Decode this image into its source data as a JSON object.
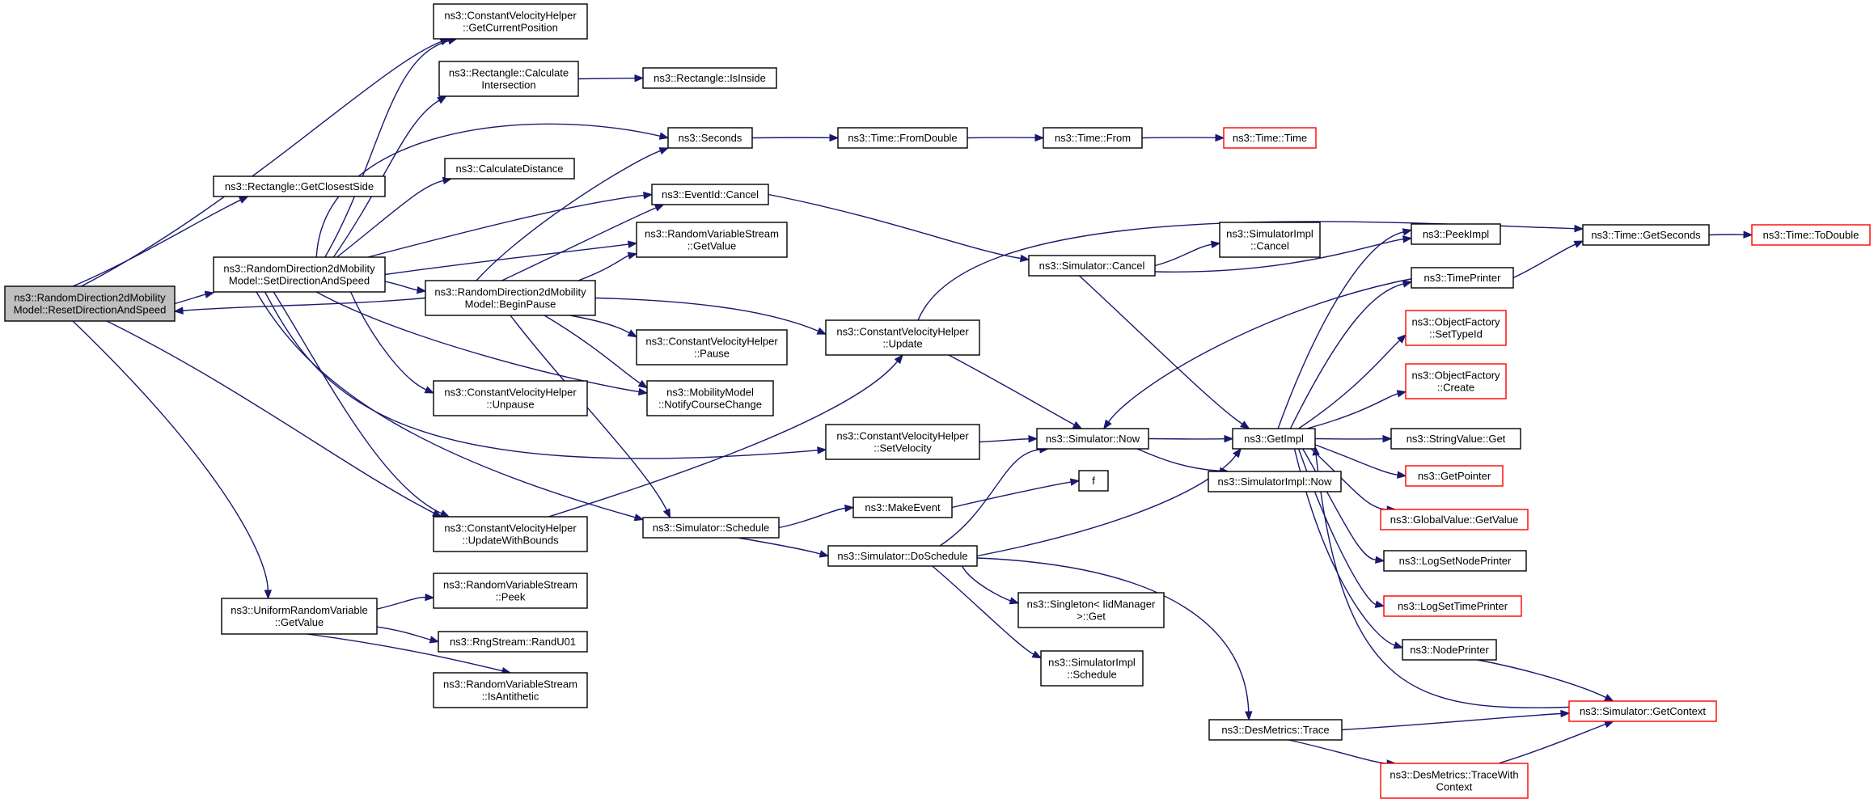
{
  "graph": {
    "nodes": [
      {
        "id": "n_reset",
        "label": [
          "ns3::RandomDirection2dMobility",
          "Model::ResetDirectionAndSpeed"
        ],
        "style": "root"
      },
      {
        "id": "n_closest",
        "label": [
          "ns3::Rectangle::GetClosestSide"
        ],
        "style": "normal"
      },
      {
        "id": "n_setdir",
        "label": [
          "ns3::RandomDirection2dMobility",
          "Model::SetDirectionAndSpeed"
        ],
        "style": "normal"
      },
      {
        "id": "n_urv",
        "label": [
          "ns3::UniformRandomVariable",
          "::GetValue"
        ],
        "style": "normal"
      },
      {
        "id": "n_getcurpos",
        "label": [
          "ns3::ConstantVelocityHelper",
          "::GetCurrentPosition"
        ],
        "style": "normal"
      },
      {
        "id": "n_calcint",
        "label": [
          "ns3::Rectangle::Calculate",
          "Intersection"
        ],
        "style": "normal"
      },
      {
        "id": "n_calcdist",
        "label": [
          "ns3::CalculateDistance"
        ],
        "style": "normal"
      },
      {
        "id": "n_beginpause",
        "label": [
          "ns3::RandomDirection2dMobility",
          "Model::BeginPause"
        ],
        "style": "normal"
      },
      {
        "id": "n_unpause",
        "label": [
          "ns3::ConstantVelocityHelper",
          "::Unpause"
        ],
        "style": "normal"
      },
      {
        "id": "n_updbounds",
        "label": [
          "ns3::ConstantVelocityHelper",
          "::UpdateWithBounds"
        ],
        "style": "normal"
      },
      {
        "id": "n_rvspeek",
        "label": [
          "ns3::RandomVariableStream",
          "::Peek"
        ],
        "style": "normal"
      },
      {
        "id": "n_randu01",
        "label": [
          "ns3::RngStream::RandU01"
        ],
        "style": "normal"
      },
      {
        "id": "n_antithetic",
        "label": [
          "ns3::RandomVariableStream",
          "::IsAntithetic"
        ],
        "style": "normal"
      },
      {
        "id": "n_isinside",
        "label": [
          "ns3::Rectangle::IsInside"
        ],
        "style": "normal"
      },
      {
        "id": "n_seconds",
        "label": [
          "ns3::Seconds"
        ],
        "style": "normal"
      },
      {
        "id": "n_evcancel",
        "label": [
          "ns3::EventId::Cancel"
        ],
        "style": "normal"
      },
      {
        "id": "n_rvsget",
        "label": [
          "ns3::RandomVariableStream",
          "::GetValue"
        ],
        "style": "normal"
      },
      {
        "id": "n_cvhpause",
        "label": [
          "ns3::ConstantVelocityHelper",
          "::Pause"
        ],
        "style": "normal"
      },
      {
        "id": "n_notify",
        "label": [
          "ns3::MobilityModel",
          "::NotifyCourseChange"
        ],
        "style": "normal"
      },
      {
        "id": "n_schedule",
        "label": [
          "ns3::Simulator::Schedule"
        ],
        "style": "normal"
      },
      {
        "id": "n_fromdouble",
        "label": [
          "ns3::Time::FromDouble"
        ],
        "style": "normal"
      },
      {
        "id": "n_cvhupdate",
        "label": [
          "ns3::ConstantVelocityHelper",
          "::Update"
        ],
        "style": "normal"
      },
      {
        "id": "n_setvel",
        "label": [
          "ns3::ConstantVelocityHelper",
          "::SetVelocity"
        ],
        "style": "normal"
      },
      {
        "id": "n_makeevent",
        "label": [
          "ns3::MakeEvent"
        ],
        "style": "normal"
      },
      {
        "id": "n_dosched",
        "label": [
          "ns3::Simulator::DoSchedule"
        ],
        "style": "normal"
      },
      {
        "id": "n_timefrom",
        "label": [
          "ns3::Time::From"
        ],
        "style": "normal"
      },
      {
        "id": "n_simcancel",
        "label": [
          "ns3::Simulator::Cancel"
        ],
        "style": "normal"
      },
      {
        "id": "n_simnow",
        "label": [
          "ns3::Simulator::Now"
        ],
        "style": "normal"
      },
      {
        "id": "n_f",
        "label": [
          "f"
        ],
        "style": "normal"
      },
      {
        "id": "n_singleton",
        "label": [
          "ns3::Singleton< IidManager",
          " >::Get"
        ],
        "style": "normal"
      },
      {
        "id": "n_implsched",
        "label": [
          "ns3::SimulatorImpl",
          "::Schedule"
        ],
        "style": "normal"
      },
      {
        "id": "n_destrace",
        "label": [
          "ns3::DesMetrics::Trace"
        ],
        "style": "normal"
      },
      {
        "id": "n_timetime",
        "label": [
          "ns3::Time::Time"
        ],
        "style": "red"
      },
      {
        "id": "n_implcancel",
        "label": [
          "ns3::SimulatorImpl",
          "::Cancel"
        ],
        "style": "normal"
      },
      {
        "id": "n_getimpl",
        "label": [
          "ns3::GetImpl"
        ],
        "style": "normal"
      },
      {
        "id": "n_implnow",
        "label": [
          "ns3::SimulatorImpl::Now"
        ],
        "style": "normal"
      },
      {
        "id": "n_peekimpl",
        "label": [
          "ns3::PeekImpl"
        ],
        "style": "normal"
      },
      {
        "id": "n_timeprinter",
        "label": [
          "ns3::TimePrinter"
        ],
        "style": "normal"
      },
      {
        "id": "n_settypeid",
        "label": [
          "ns3::ObjectFactory",
          "::SetTypeId"
        ],
        "style": "red"
      },
      {
        "id": "n_ofcreate",
        "label": [
          "ns3::ObjectFactory",
          "::Create"
        ],
        "style": "red"
      },
      {
        "id": "n_strget",
        "label": [
          "ns3::StringValue::Get"
        ],
        "style": "normal"
      },
      {
        "id": "n_getpointer",
        "label": [
          "ns3::GetPointer"
        ],
        "style": "red"
      },
      {
        "id": "n_gvget",
        "label": [
          "ns3::GlobalValue::GetValue"
        ],
        "style": "red"
      },
      {
        "id": "n_lognode",
        "label": [
          "ns3::LogSetNodePrinter"
        ],
        "style": "normal"
      },
      {
        "id": "n_logtime",
        "label": [
          "ns3::LogSetTimePrinter"
        ],
        "style": "red"
      },
      {
        "id": "n_nodeprinter",
        "label": [
          "ns3::NodePrinter"
        ],
        "style": "normal"
      },
      {
        "id": "n_getcontext",
        "label": [
          "ns3::Simulator::GetContext"
        ],
        "style": "red"
      },
      {
        "id": "n_tracewith",
        "label": [
          "ns3::DesMetrics::TraceWith",
          "Context"
        ],
        "style": "red"
      },
      {
        "id": "n_getsec",
        "label": [
          "ns3::Time::GetSeconds"
        ],
        "style": "normal"
      },
      {
        "id": "n_todouble",
        "label": [
          "ns3::Time::ToDouble"
        ],
        "style": "red"
      }
    ],
    "edges": [
      [
        "n_reset",
        "n_closest"
      ],
      [
        "n_reset",
        "n_setdir"
      ],
      [
        "n_reset",
        "n_urv"
      ],
      [
        "n_reset",
        "n_getcurpos"
      ],
      [
        "n_reset",
        "n_updbounds"
      ],
      [
        "n_setdir",
        "n_getcurpos"
      ],
      [
        "n_setdir",
        "n_calcint"
      ],
      [
        "n_setdir",
        "n_calcdist"
      ],
      [
        "n_setdir",
        "n_seconds"
      ],
      [
        "n_setdir",
        "n_evcancel"
      ],
      [
        "n_setdir",
        "n_rvsget"
      ],
      [
        "n_setdir",
        "n_beginpause"
      ],
      [
        "n_setdir",
        "n_unpause"
      ],
      [
        "n_setdir",
        "n_updbounds"
      ],
      [
        "n_setdir",
        "n_notify"
      ],
      [
        "n_setdir",
        "n_setvel"
      ],
      [
        "n_setdir",
        "n_schedule"
      ],
      [
        "n_beginpause",
        "n_reset"
      ],
      [
        "n_beginpause",
        "n_seconds"
      ],
      [
        "n_beginpause",
        "n_evcancel"
      ],
      [
        "n_beginpause",
        "n_rvsget"
      ],
      [
        "n_beginpause",
        "n_cvhpause"
      ],
      [
        "n_beginpause",
        "n_notify"
      ],
      [
        "n_beginpause",
        "n_schedule"
      ],
      [
        "n_beginpause",
        "n_cvhupdate"
      ],
      [
        "n_calcint",
        "n_isinside"
      ],
      [
        "n_urv",
        "n_rvspeek"
      ],
      [
        "n_urv",
        "n_randu01"
      ],
      [
        "n_urv",
        "n_antithetic"
      ],
      [
        "n_updbounds",
        "n_cvhupdate"
      ],
      [
        "n_seconds",
        "n_fromdouble"
      ],
      [
        "n_fromdouble",
        "n_timefrom"
      ],
      [
        "n_timefrom",
        "n_timetime"
      ],
      [
        "n_evcancel",
        "n_simcancel"
      ],
      [
        "n_cvhupdate",
        "n_getsec"
      ],
      [
        "n_cvhupdate",
        "n_simnow"
      ],
      [
        "n_setvel",
        "n_simnow"
      ],
      [
        "n_schedule",
        "n_makeevent"
      ],
      [
        "n_schedule",
        "n_dosched"
      ],
      [
        "n_makeevent",
        "n_f"
      ],
      [
        "n_dosched",
        "n_simnow"
      ],
      [
        "n_dosched",
        "n_getimpl"
      ],
      [
        "n_dosched",
        "n_singleton"
      ],
      [
        "n_dosched",
        "n_implsched"
      ],
      [
        "n_dosched",
        "n_destrace"
      ],
      [
        "n_simcancel",
        "n_implcancel"
      ],
      [
        "n_simcancel",
        "n_peekimpl"
      ],
      [
        "n_simcancel",
        "n_getimpl"
      ],
      [
        "n_simnow",
        "n_getimpl"
      ],
      [
        "n_simnow",
        "n_implnow"
      ],
      [
        "n_getimpl",
        "n_peekimpl"
      ],
      [
        "n_getimpl",
        "n_timeprinter"
      ],
      [
        "n_getimpl",
        "n_settypeid"
      ],
      [
        "n_getimpl",
        "n_ofcreate"
      ],
      [
        "n_getimpl",
        "n_strget"
      ],
      [
        "n_getimpl",
        "n_getpointer"
      ],
      [
        "n_getimpl",
        "n_gvget"
      ],
      [
        "n_getimpl",
        "n_lognode"
      ],
      [
        "n_getimpl",
        "n_logtime"
      ],
      [
        "n_getimpl",
        "n_nodeprinter"
      ],
      [
        "n_timeprinter",
        "n_getsec"
      ],
      [
        "n_timeprinter",
        "n_simnow"
      ],
      [
        "n_nodeprinter",
        "n_getcontext"
      ],
      [
        "n_getcontext",
        "n_getimpl"
      ],
      [
        "n_destrace",
        "n_getcontext"
      ],
      [
        "n_destrace",
        "n_tracewith"
      ],
      [
        "n_tracewith",
        "n_getcontext"
      ],
      [
        "n_getsec",
        "n_todouble"
      ]
    ]
  }
}
